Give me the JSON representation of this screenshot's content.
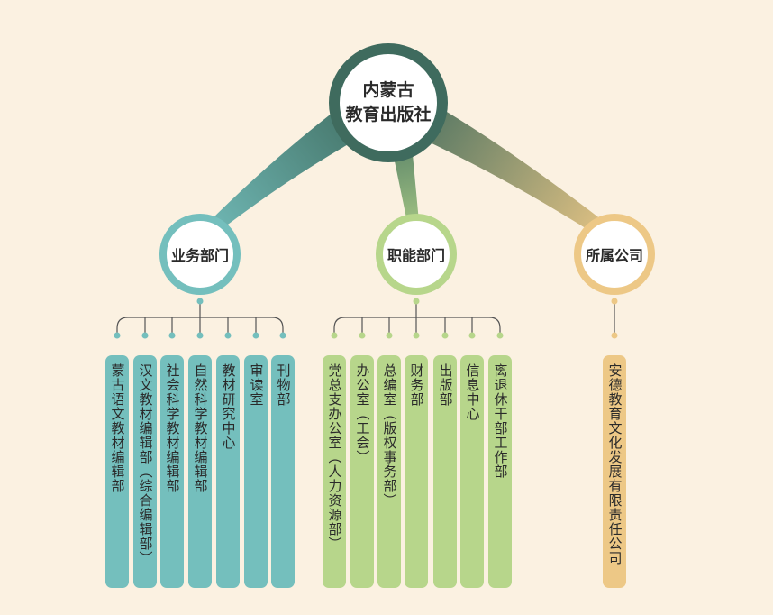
{
  "root": {
    "line1": "内蒙古",
    "line2": "教育出版社"
  },
  "colors": {
    "background": "#fbf1e1",
    "root_border": "#3f6b5e",
    "business": "#74bfbd",
    "functional": "#b7d68b",
    "subsidiary": "#edc886",
    "connector": "#555555"
  },
  "categories": {
    "business": {
      "label": "业务部门",
      "items": [
        "蒙古语文教材编辑部",
        "汉文教材编辑部（综合编辑部）",
        "社会科学教材编辑部",
        "自然科学教材编辑部",
        "教材研究中心",
        "审读室",
        "刊物部"
      ]
    },
    "functional": {
      "label": "职能部门",
      "items": [
        "党总支办公室（人力资源部）",
        "办公室（工会）",
        "总编室（版权事务部）",
        "财务部",
        "出版部",
        "信息中心",
        "离退休干部工作部"
      ]
    },
    "subsidiary": {
      "label": "所属公司",
      "items": [
        "安德教育文化发展有限责任公司"
      ]
    }
  }
}
